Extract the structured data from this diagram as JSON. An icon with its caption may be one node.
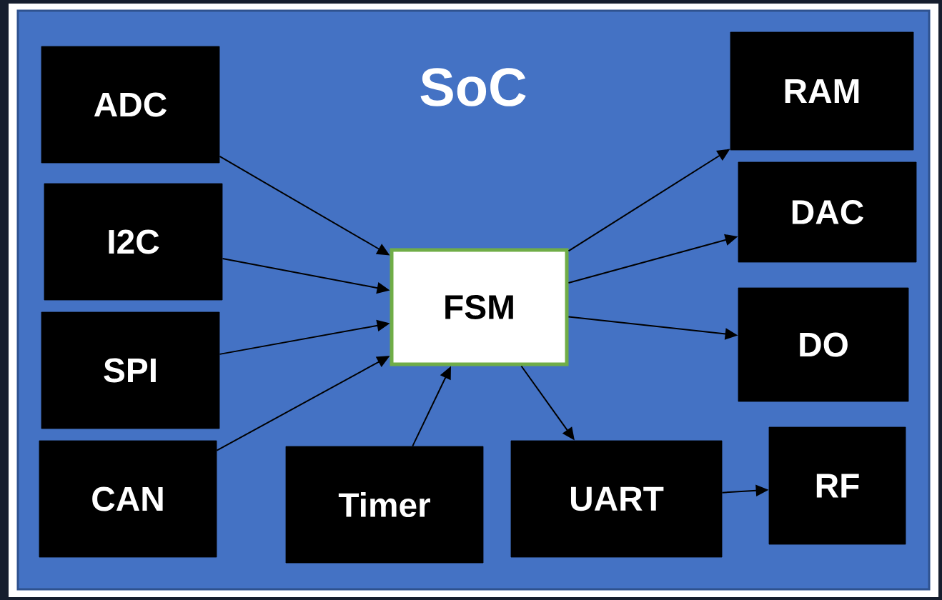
{
  "diagram": {
    "nodes": [
      {
        "text": [
          "SoC"
        ]
      },
      {
        "text": [
          "ADC"
        ],
        "in": 0
      },
      {
        "text": [
          "I2C"
        ],
        "in": 0
      },
      {
        "text": [
          "SPI"
        ],
        "in": 0
      },
      {
        "text": [
          "CAN"
        ],
        "in": 0
      },
      {
        "text": [
          "FSM"
        ],
        "in": 0
      },
      {
        "text": [
          "Timer"
        ],
        "in": 0
      },
      {
        "text": [
          "UART"
        ],
        "in": 0
      },
      {
        "text": [
          "RAM"
        ],
        "in": 0
      },
      {
        "text": [
          "DAC"
        ],
        "in": 0
      },
      {
        "text": [
          "DO"
        ],
        "in": 0
      },
      {
        "text": [
          "RF"
        ],
        "in": 0
      }
    ],
    "edges": [
      {
        "from": 1,
        "to": 5,
        "arrow": "to"
      },
      {
        "from": 2,
        "to": 5,
        "arrow": "to"
      },
      {
        "from": 3,
        "to": 5,
        "arrow": "to"
      },
      {
        "from": 4,
        "to": 5,
        "arrow": "to"
      },
      {
        "from": 6,
        "to": 5,
        "arrow": "to"
      },
      {
        "from": 5,
        "to": 8,
        "arrow": "to"
      },
      {
        "from": 5,
        "to": 9,
        "arrow": "to"
      },
      {
        "from": 5,
        "to": 10,
        "arrow": "to"
      },
      {
        "from": 5,
        "to": 7,
        "arrow": "to"
      },
      {
        "from": 7,
        "to": 11,
        "arrow": "to"
      }
    ]
  }
}
